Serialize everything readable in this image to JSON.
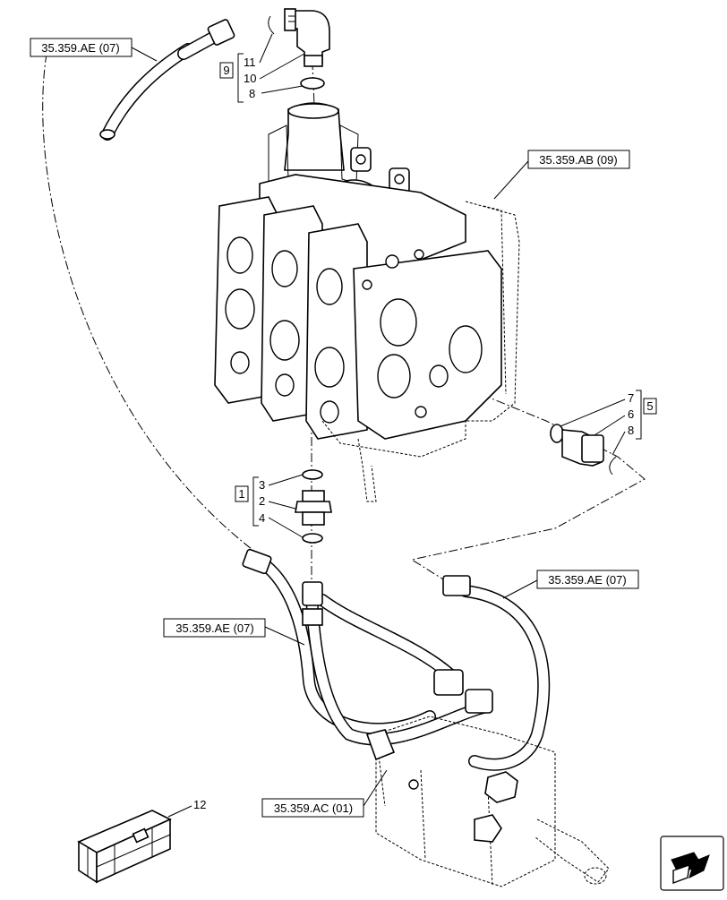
{
  "references": [
    {
      "id": "ref-ae-top-left",
      "text": "35.359.AE (07)"
    },
    {
      "id": "ref-ab",
      "text": "35.359.AB (09)"
    },
    {
      "id": "ref-ae-right",
      "text": "35.359.AE (07)"
    },
    {
      "id": "ref-ae-left",
      "text": "35.359.AE (07)"
    },
    {
      "id": "ref-ac",
      "text": "35.359.AC (01)"
    }
  ],
  "kits": [
    {
      "id": "kit-9",
      "label": "9",
      "items": [
        "11",
        "10",
        "8"
      ]
    },
    {
      "id": "kit-5",
      "label": "5",
      "items": [
        "7",
        "6",
        "8"
      ]
    },
    {
      "id": "kit-1",
      "label": "1",
      "items": [
        "3",
        "2",
        "4"
      ]
    }
  ],
  "callouts": [
    {
      "id": "callout-12",
      "text": "12"
    }
  ],
  "icons": {
    "nav": "next-page-arrow-icon",
    "crate": "wooden-crate-icon"
  }
}
